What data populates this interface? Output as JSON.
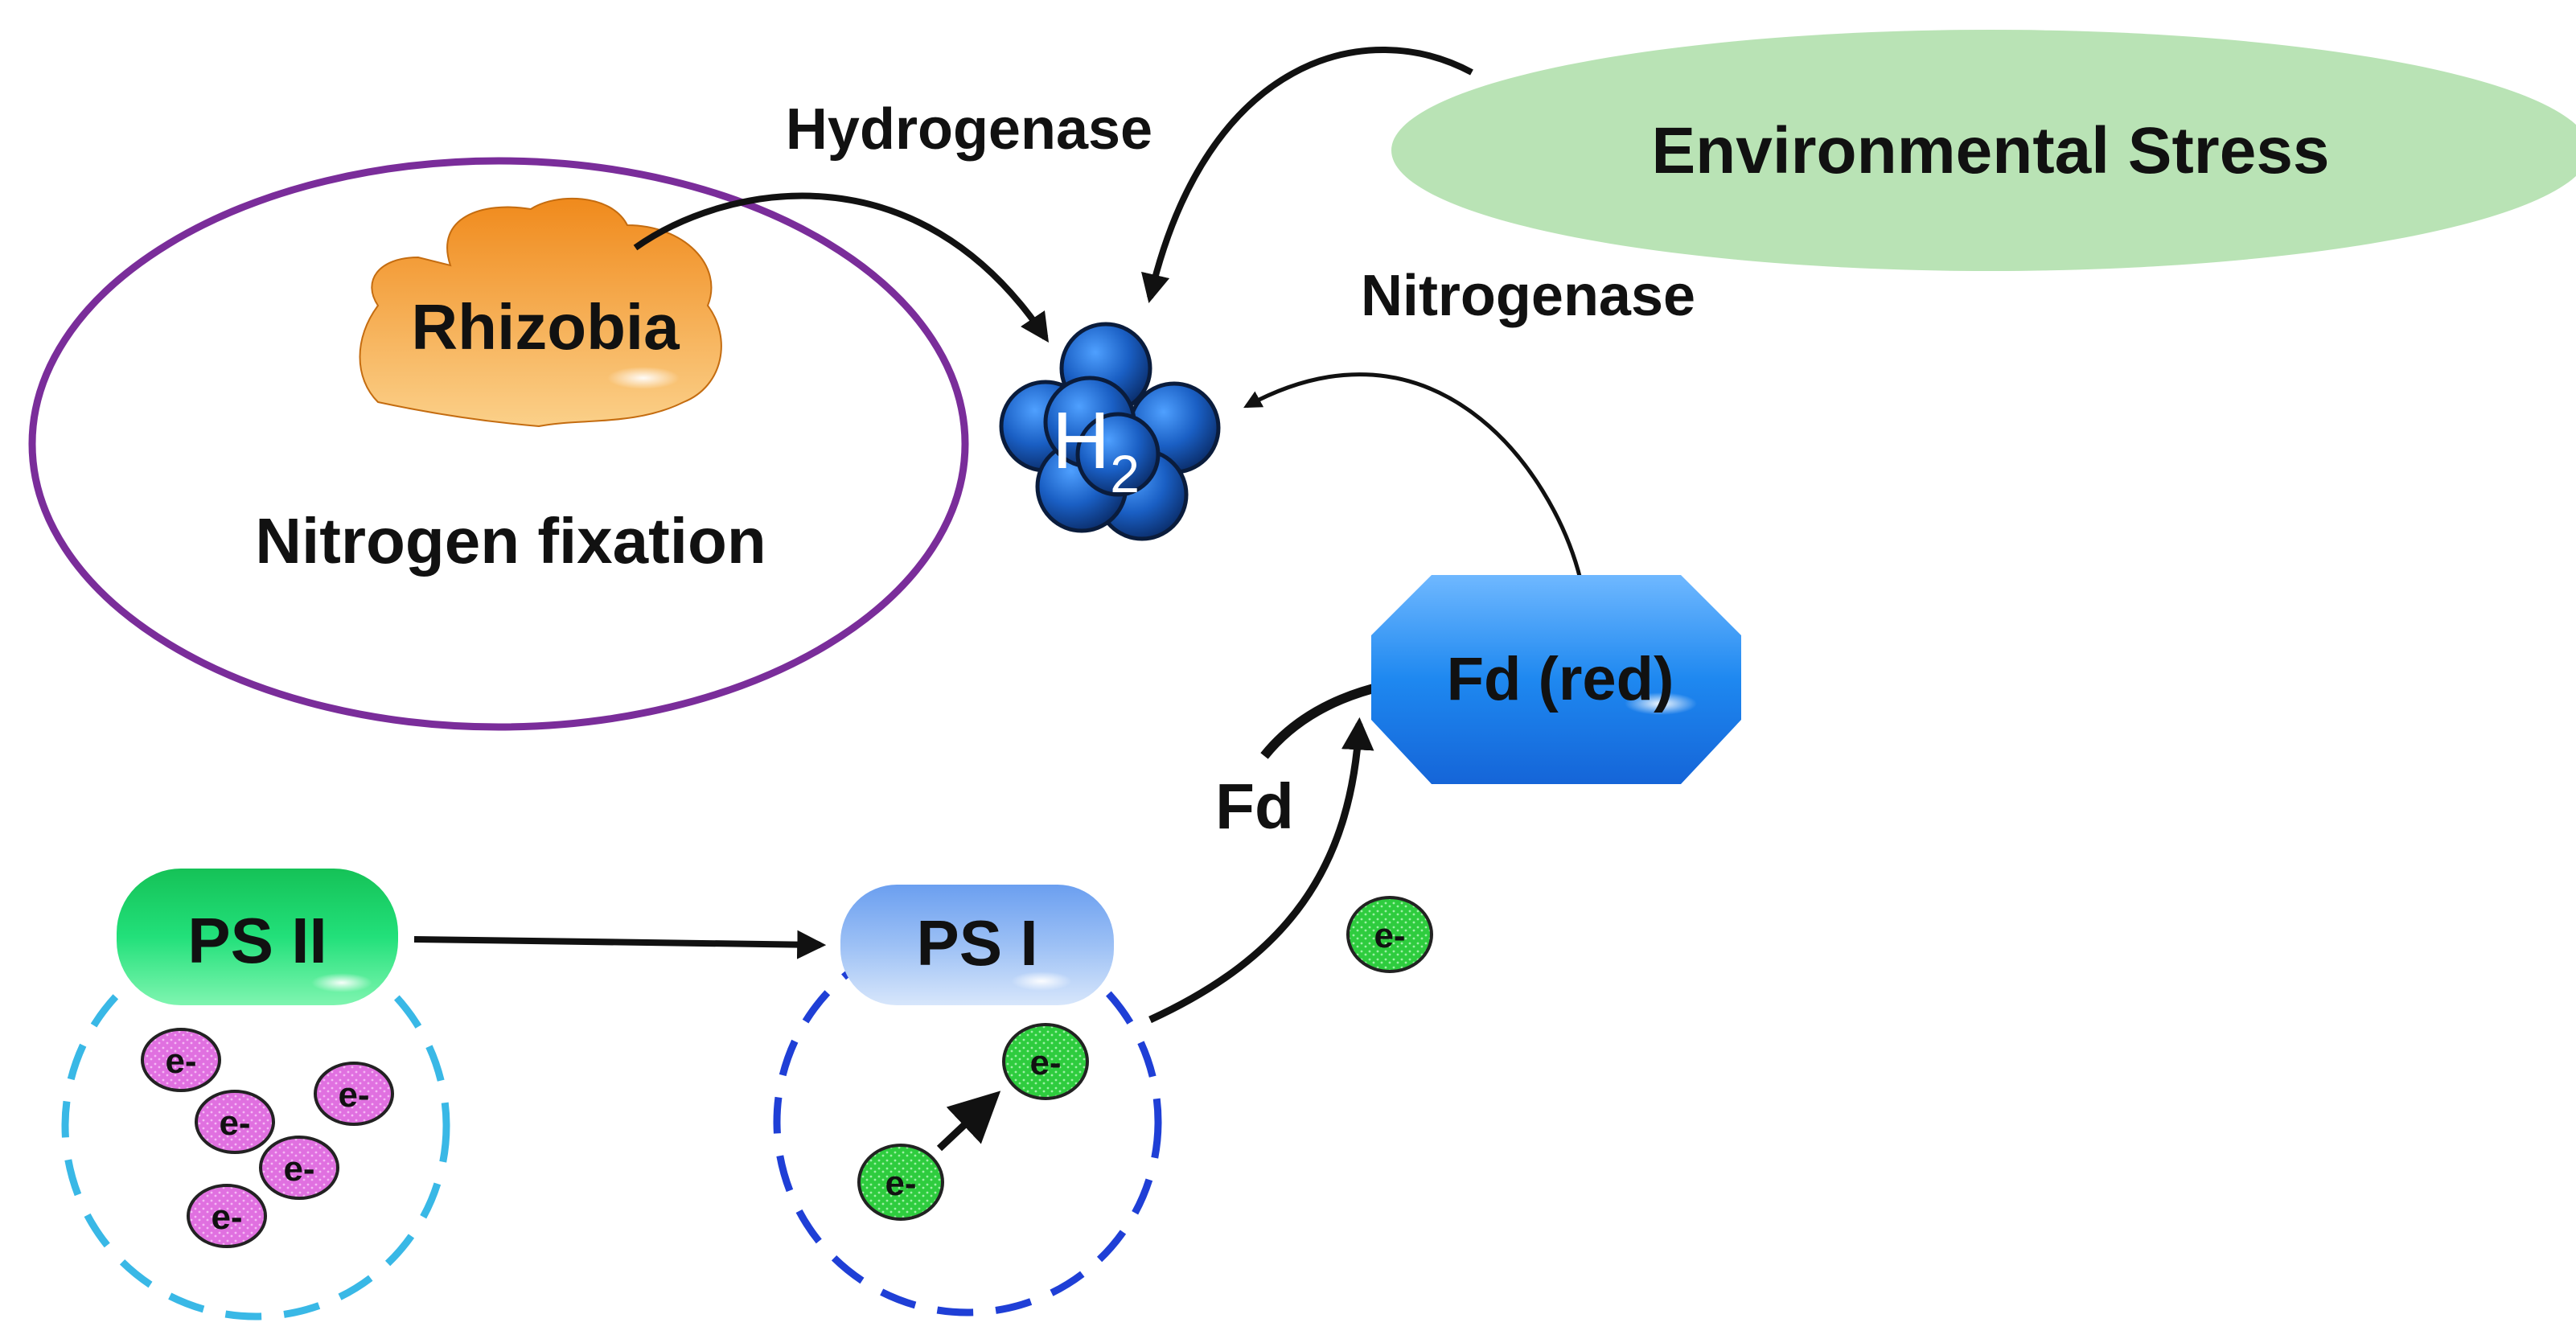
{
  "labels": {
    "hydrogenase": "Hydrogenase",
    "environmental_stress": "Environmental Stress",
    "nitrogenase": "Nitrogenase",
    "rhizobia": "Rhizobia",
    "nitrogen_fixation": "Nitrogen fixation",
    "h2_base": "H",
    "h2_sub": "2",
    "fd_red": "Fd (red)",
    "fd": "Fd",
    "ps2": "PS II",
    "ps1": "PS I",
    "electron": "e-"
  },
  "colors": {
    "env_stress_fill": "#b9e3b5",
    "nitrogen_ring": "#7a2d9a",
    "rhizobia_fill": "#f6a24a",
    "h2_sphere": "#1a5fc4",
    "fd_red_fill": "#2d8ff0",
    "ps2_fill": "#22e07a",
    "ps1_fill": "#8cb4f0",
    "ps2_dashed": "#39b8e6",
    "ps1_dashed": "#1f3fd6",
    "electron_pink": "#e070e0",
    "electron_green": "#2ecc3e"
  }
}
